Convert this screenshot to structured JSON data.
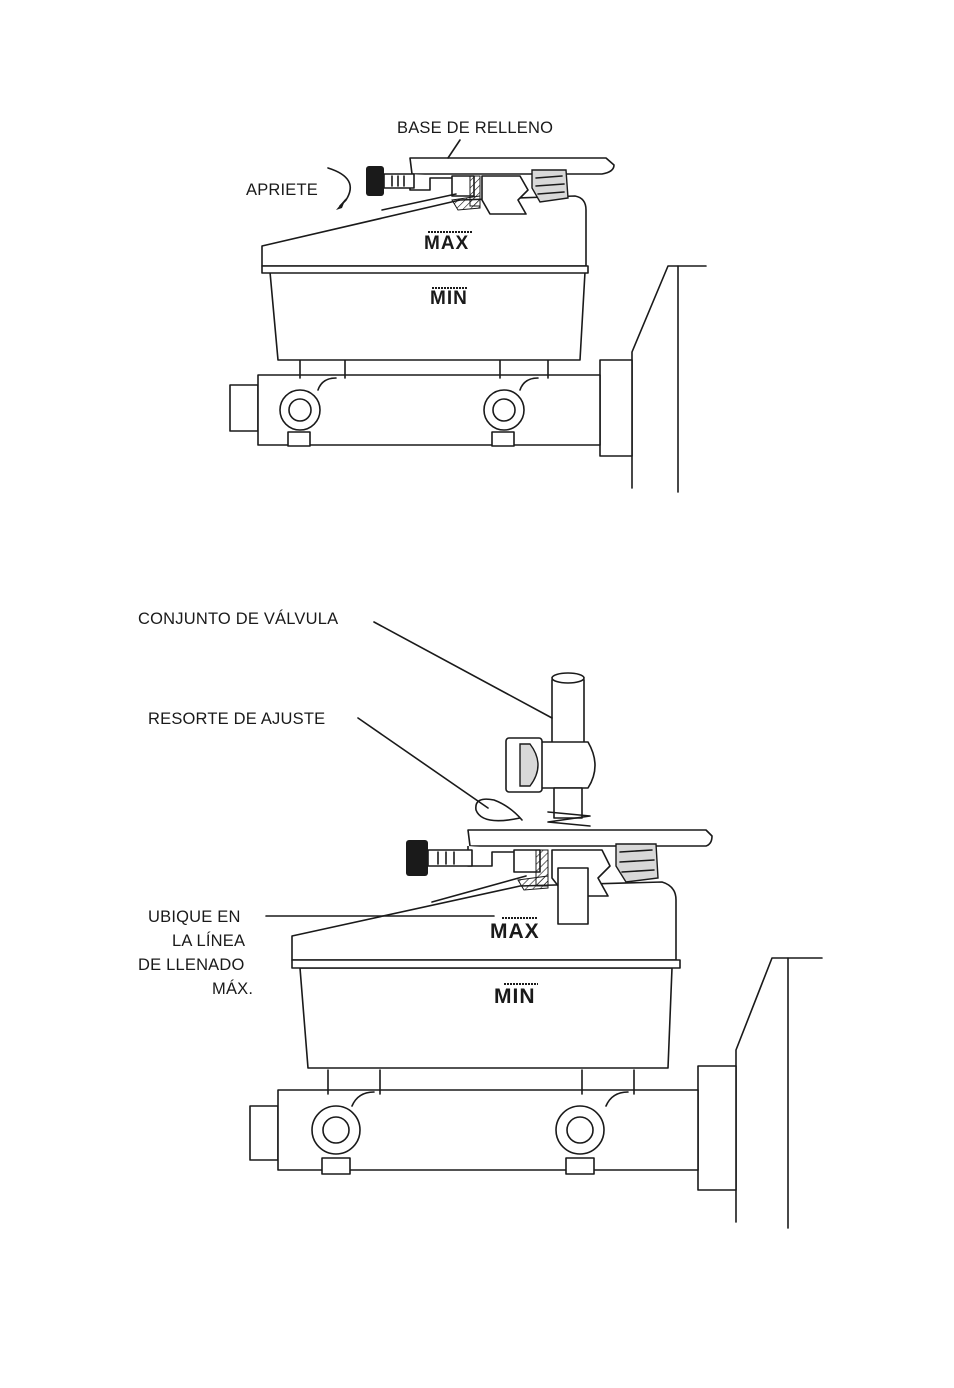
{
  "figure1": {
    "labels": {
      "fill_base": "BASE DE RELLENO",
      "tighten": "APRIETE"
    },
    "reservoir_marks": {
      "max": "MAX",
      "min": "MIN"
    }
  },
  "figure2": {
    "labels": {
      "valve_assembly": "CONJUNTO DE VÁLVULA",
      "adjust_spring": "RESORTE DE AJUSTE",
      "locate_line1": "UBIQUE EN",
      "locate_line2": "LA LÍNEA",
      "locate_line3": "DE LLENADO",
      "locate_line4": "MÁX."
    },
    "reservoir_marks": {
      "max": "MAX",
      "min": "MIN"
    }
  }
}
